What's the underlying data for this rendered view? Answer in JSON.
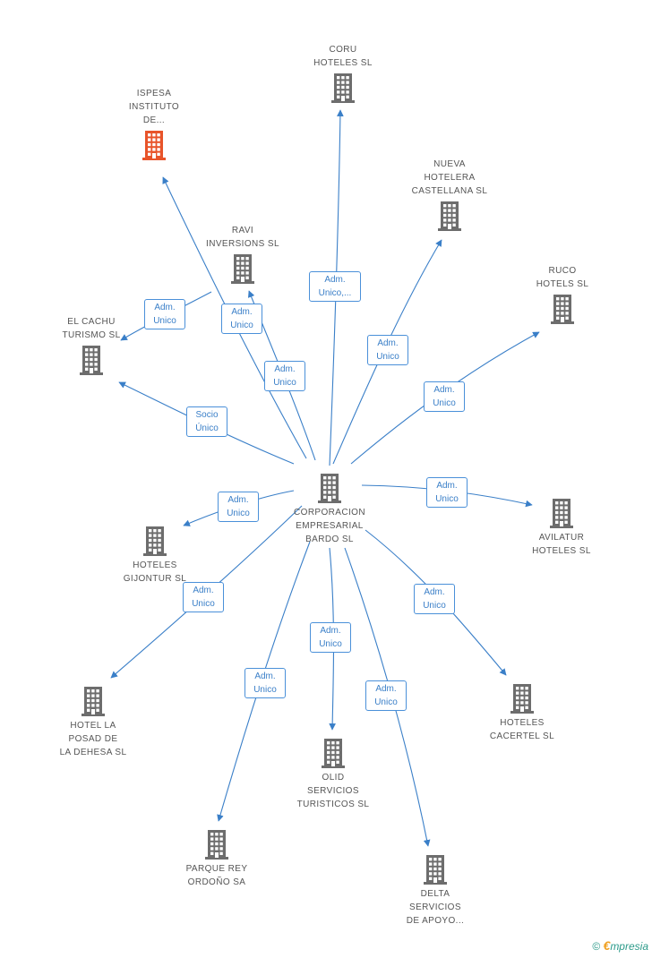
{
  "colors": {
    "node": "#6d6d6d",
    "highlight": "#e8542a",
    "edge": "#3a7fc8",
    "label_text": "#555555"
  },
  "center": {
    "label": "CORPORACION\nEMPRESARIAL\nBARDO SL"
  },
  "nodes": [
    {
      "id": "coru",
      "label": "CORU\nHOTELES SL",
      "highlight": false
    },
    {
      "id": "ispesa",
      "label": "ISPESA\nINSTITUTO\nDE...",
      "highlight": true
    },
    {
      "id": "nueva",
      "label": "NUEVA\nHOTELERA\nCASTELLANA SL",
      "highlight": false
    },
    {
      "id": "ravi",
      "label": "RAVI\nINVERSIONS SL",
      "highlight": false
    },
    {
      "id": "ruco",
      "label": "RUCO\nHOTELS SL",
      "highlight": false
    },
    {
      "id": "cachu",
      "label": "EL CACHU\nTURISMO SL",
      "highlight": false
    },
    {
      "id": "avilatur",
      "label": "AVILATUR\nHOTELES SL",
      "highlight": false
    },
    {
      "id": "gijontur",
      "label": "HOTELES\nGIJONTUR SL",
      "highlight": false
    },
    {
      "id": "posada",
      "label": "HOTEL LA\nPOSAD DE\nLA DEHESA SL",
      "highlight": false
    },
    {
      "id": "cacertel",
      "label": "HOTELES\nCACERTEL SL",
      "highlight": false
    },
    {
      "id": "olid",
      "label": "OLID\nSERVICIOS\nTURISTICOS SL",
      "highlight": false
    },
    {
      "id": "parque",
      "label": "PARQUE REY\nORDOÑO SA",
      "highlight": false
    },
    {
      "id": "delta",
      "label": "DELTA\nSERVICIOS\nDE APOYO...",
      "highlight": false
    }
  ],
  "edges": [
    {
      "target": "coru",
      "label": "Adm.\nUnico,..."
    },
    {
      "target": "ispesa",
      "label": "Adm.\nUnico"
    },
    {
      "target": "nueva",
      "label": "Adm.\nUnico"
    },
    {
      "target": "ravi",
      "label": "Adm.\nUnico"
    },
    {
      "target": "ruco",
      "label": "Adm.\nUnico"
    },
    {
      "target": "cachu",
      "label": "Adm.\nUnico"
    },
    {
      "target": "cachu2",
      "label": "Socio\nÚnico"
    },
    {
      "target": "avilatur",
      "label": "Adm.\nUnico"
    },
    {
      "target": "gijontur",
      "label": "Adm.\nUnico"
    },
    {
      "target": "posada",
      "label": "Adm.\nUnico"
    },
    {
      "target": "cacertel",
      "label": "Adm.\nUnico"
    },
    {
      "target": "olid",
      "label": "Adm.\nUnico"
    },
    {
      "target": "parque",
      "label": "Adm.\nUnico"
    },
    {
      "target": "delta",
      "label": "Adm.\nUnico"
    }
  ],
  "footer": {
    "copyright": "©",
    "brand_initial": "€",
    "brand_rest": "mpresia"
  }
}
